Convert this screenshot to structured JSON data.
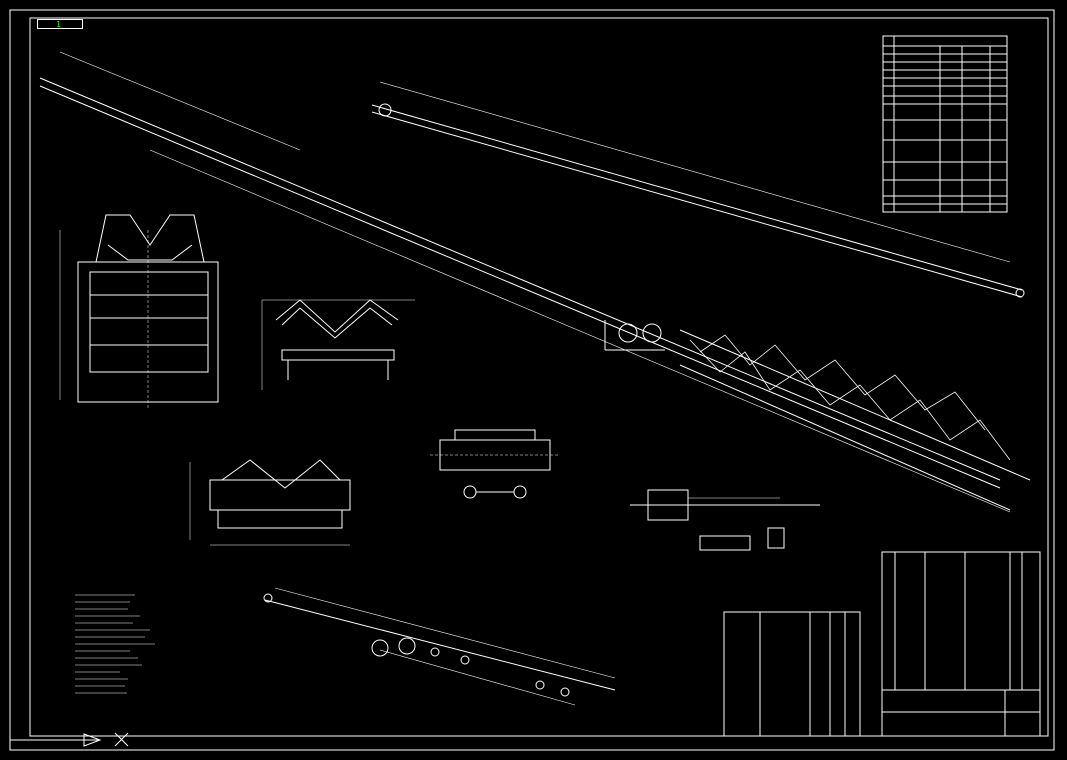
{
  "viewport_tab": {
    "label": "1"
  },
  "colors": {
    "background": "#000000",
    "line": "#ffffff",
    "tab": "#00ff00"
  },
  "views": [
    {
      "id": "main-elevation-upper"
    },
    {
      "id": "main-elevation-lower"
    },
    {
      "id": "section-a"
    },
    {
      "id": "section-b"
    },
    {
      "id": "section-c"
    },
    {
      "id": "drive-unit"
    },
    {
      "id": "head-detail"
    },
    {
      "id": "carrier-rollers"
    }
  ]
}
